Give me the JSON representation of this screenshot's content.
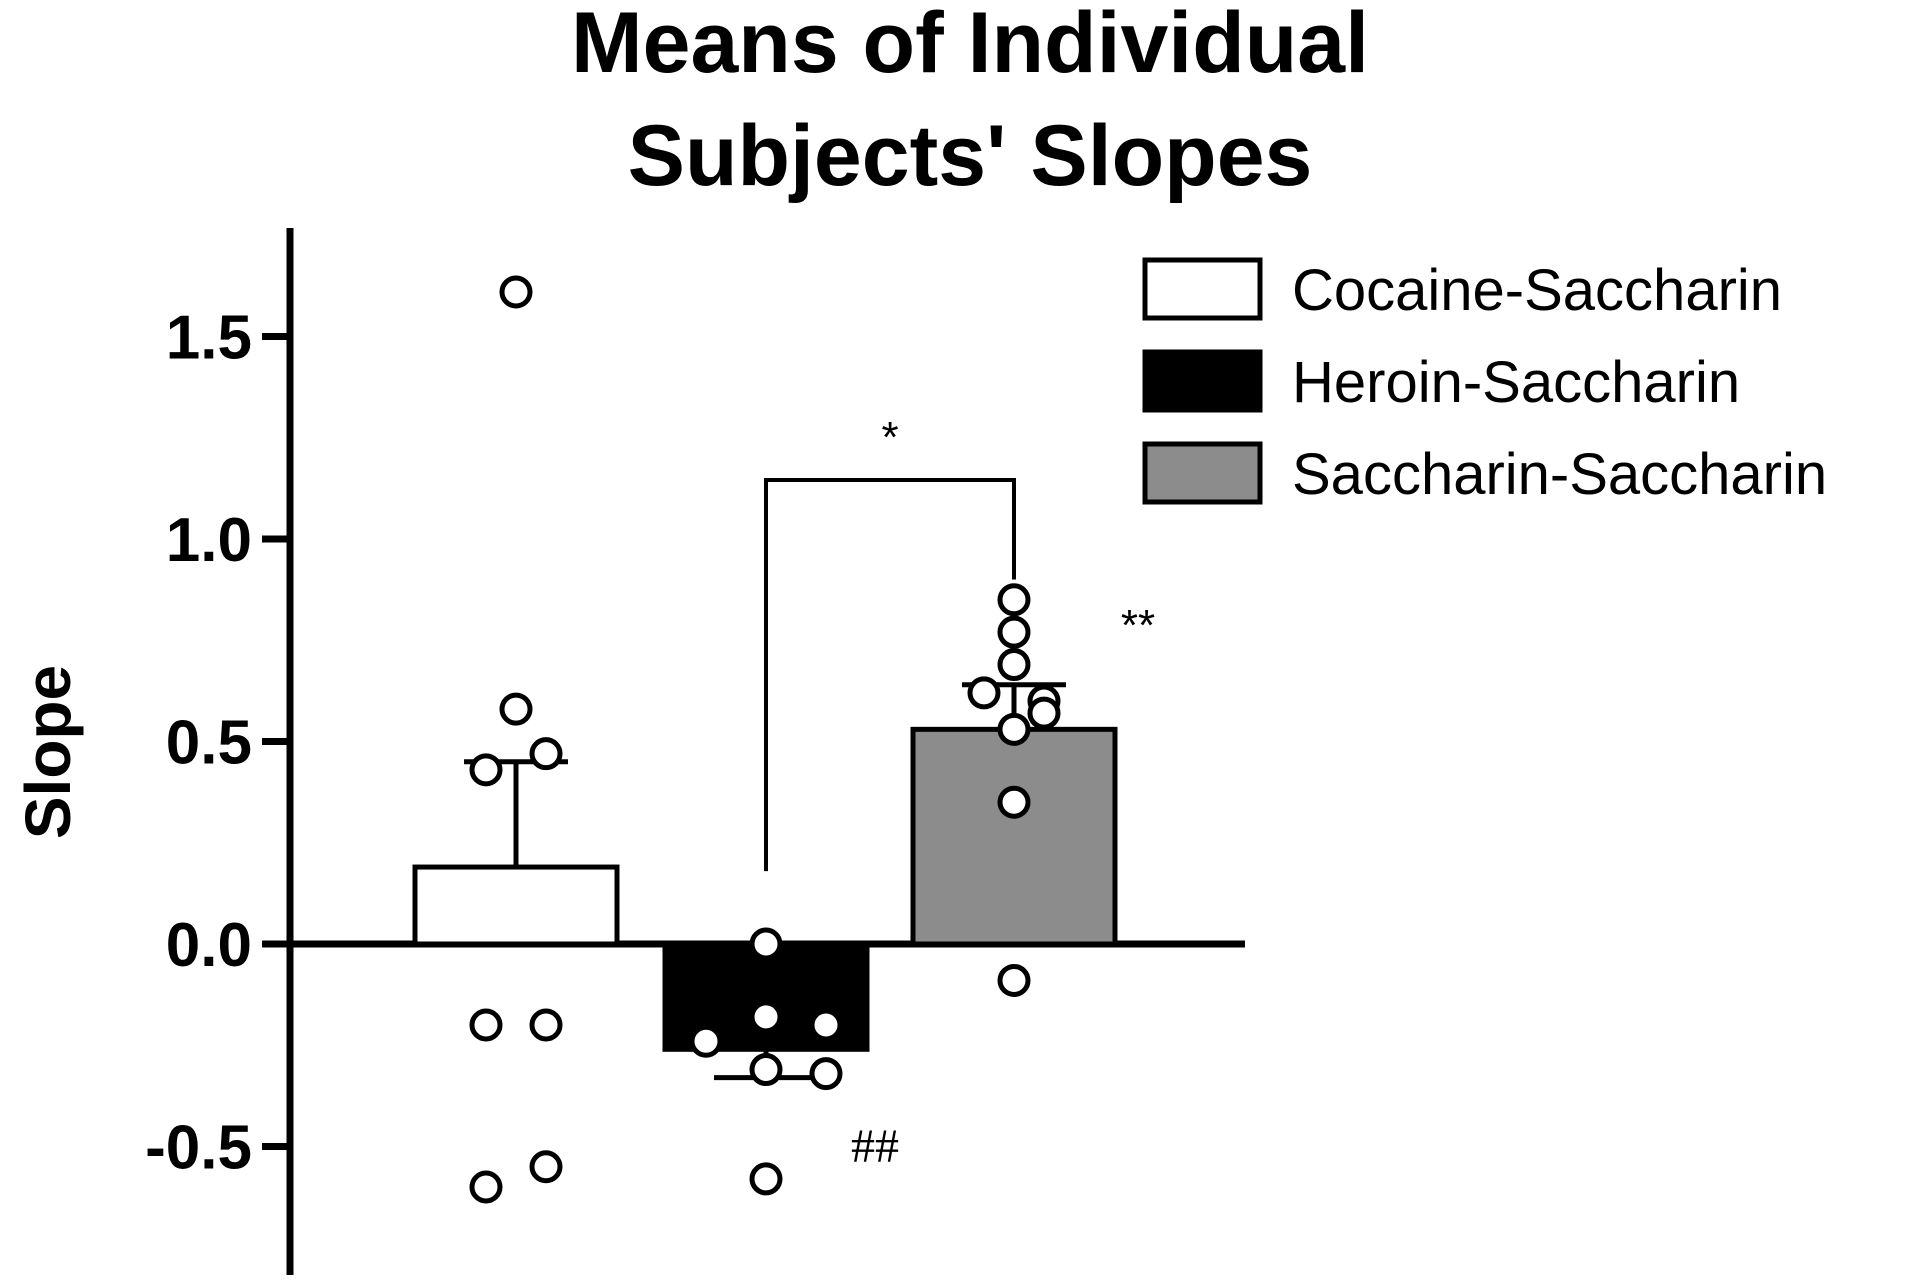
{
  "chart_data": {
    "type": "bar",
    "title": [
      "Means of Individual",
      "Subjects' Slopes"
    ],
    "ylabel": "Slope",
    "xlabel": "",
    "ylim": [
      -0.8,
      1.75
    ],
    "yticks": [
      -0.5,
      0.0,
      0.5,
      1.0,
      1.5
    ],
    "ytick_labels": [
      "-0.5",
      "0.0",
      "0.5",
      "1.0",
      "1.5"
    ],
    "legend_position": "top-right",
    "series": [
      {
        "name": "Cocaine-Saccharin",
        "color": "#ffffff",
        "mean": 0.19,
        "error": 0.26,
        "error_direction": "up",
        "points": [
          1.61,
          0.58,
          0.47,
          0.43,
          -0.2,
          -0.2,
          -0.55,
          -0.6
        ]
      },
      {
        "name": "Heroin-Saccharin",
        "color": "#000000",
        "mean": -0.26,
        "error": 0.07,
        "error_direction": "down",
        "points": [
          0.0,
          -0.18,
          -0.2,
          -0.24,
          -0.32,
          -0.31,
          -0.58
        ]
      },
      {
        "name": "Saccharin-Saccharin",
        "color": "#8c8c8c",
        "mean": 0.53,
        "error": 0.11,
        "error_direction": "up",
        "points": [
          0.85,
          0.77,
          0.69,
          0.62,
          0.6,
          0.57,
          0.53,
          0.35,
          -0.09
        ]
      }
    ],
    "annotations": {
      "comparison_bracket_label": "*",
      "saccharin_label": "**",
      "heroin_label": "##"
    }
  }
}
